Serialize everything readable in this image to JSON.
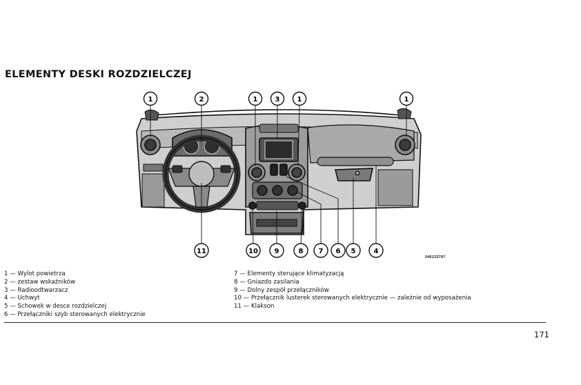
{
  "title": "ELEMENTY DESKI ROZDZIELCZEJ",
  "figure": {
    "code": "040133797",
    "callouts": {
      "top_vent_left": "1",
      "top_cluster": "2",
      "top_vent_center_left": "1",
      "top_radio": "3",
      "top_vent_center_right": "1",
      "top_vent_right": "1",
      "bottom_horn": "11",
      "bottom_mirror": "10",
      "bottom_lower_switch": "9",
      "bottom_power_outlet": "8",
      "bottom_climate": "7",
      "bottom_window_switches": "6",
      "bottom_glovebox": "5",
      "bottom_grab_handle": "4"
    }
  },
  "legend_left": [
    "1 — Wylot powietrza",
    "2 — zestaw wskaźników",
    "3 — Radioodtwarzacz",
    "4 — Uchwyt",
    "5 — Schowek w desce rozdzielczej",
    "6 — Przełączniki szyb sterowanych elektrycznie"
  ],
  "legend_right": [
    "7 — Elementy sterujące klimatyzacją",
    "8 — Gniazdo zasilania",
    "9 — Dolny zespół przełączników",
    "10 — Przełącznik lusterek sterowanych elektrycznie — zależnie od wyposażenia",
    "11 — Klakson"
  ],
  "page_number": "171"
}
